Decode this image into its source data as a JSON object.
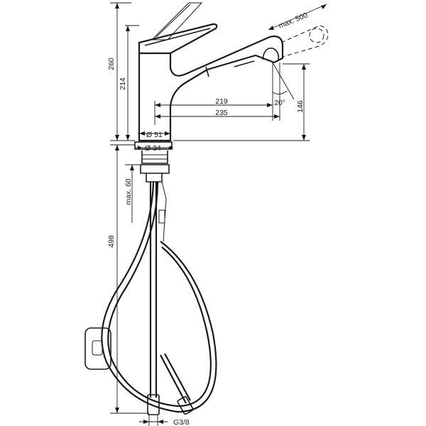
{
  "dimensions": {
    "height_total": "260",
    "height_body": "214",
    "spout_length_219": "219",
    "spout_length_235": "235",
    "spout_height": "146",
    "angle": "20°",
    "pullout": "max. 500",
    "diameter_51": "Ø 51",
    "diameter_34": "Ø 34",
    "max_60": "max. 60",
    "hose_length": "498",
    "thread": "G3/8"
  },
  "colors": {
    "line": "#1a1a1a",
    "background": "#ffffff"
  }
}
